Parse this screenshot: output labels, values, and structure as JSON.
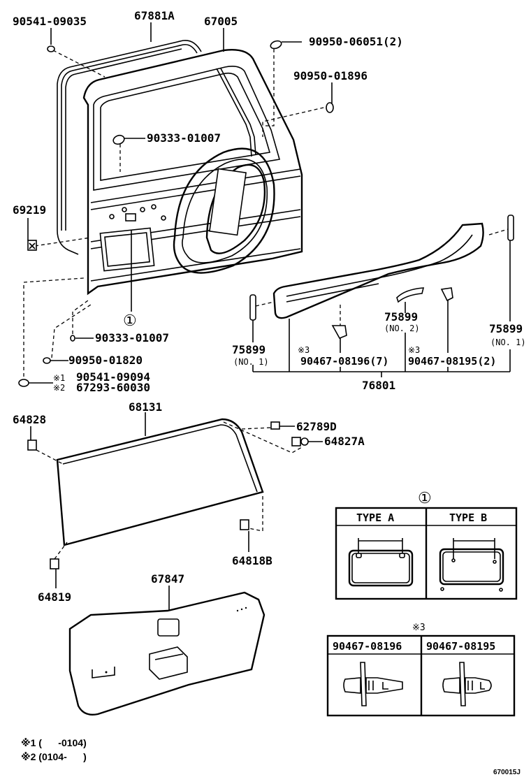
{
  "diagram": {
    "labels": {
      "p90541_09035": "90541-09035",
      "p67881a": "67881A",
      "p67005": "67005",
      "p90950_06051": "90950-06051(2)",
      "p90950_01896": "90950-01896",
      "p90333_01007_top": "90333-01007",
      "p69219": "69219",
      "ref1_main": "①",
      "p90333_01007_bot": "90333-01007",
      "p90950_01820": "90950-01820",
      "mark1": "※1",
      "mark2": "※2",
      "p90541_09094": "90541-09094",
      "p67293_60030": "67293-60030",
      "p75899_no1_left": "75899",
      "no1_left": "(NO. 1)",
      "p75899_no2": "75899",
      "no2": "(NO. 2)",
      "p75899_no1_right": "75899",
      "no1_right": "(NO. 1)",
      "mark3_a": "※3",
      "p90467_08196_qty": "90467-08196(7)",
      "mark3_b": "※3",
      "p90467_08195_qty": "90467-08195(2)",
      "p76801": "76801",
      "p68131": "68131",
      "p64828": "64828",
      "p62789d": "62789D",
      "p64827a": "64827A",
      "p64818b": "64818B",
      "p64819": "64819",
      "p67847": "67847"
    },
    "type_table": {
      "ref": "①",
      "type_a": "TYPE  A",
      "type_b": "TYPE  B"
    },
    "clip_table": {
      "ref": "※3",
      "col1": "90467-08196",
      "col2": "90467-08195"
    },
    "notes": {
      "note1": "※1 (      -0104)",
      "note2": "※2 (0104-      )"
    },
    "figure_code": "670015J"
  }
}
